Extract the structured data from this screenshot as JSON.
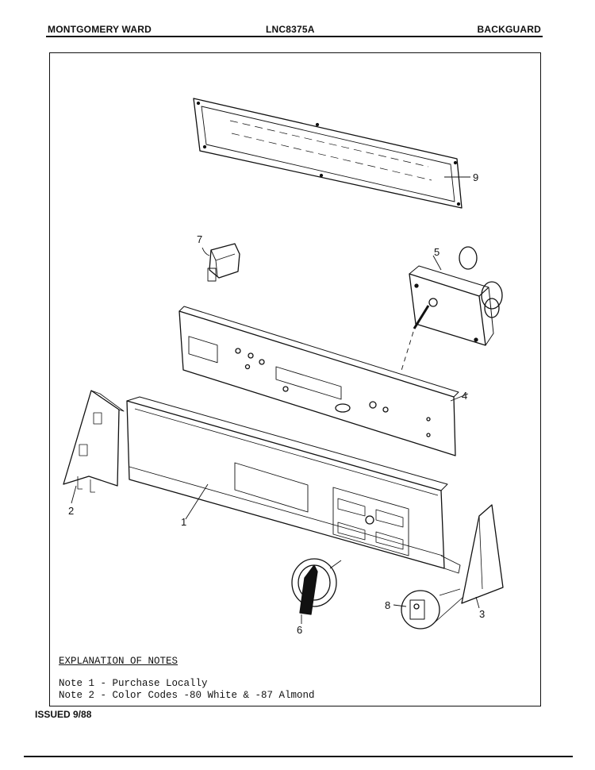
{
  "header": {
    "manufacturer": "MONTGOMERY WARD",
    "model": "LNC8375A",
    "section": "BACKGUARD"
  },
  "callouts": [
    "1",
    "2",
    "3",
    "4",
    "5",
    "6",
    "7",
    "8",
    "9"
  ],
  "notes": {
    "title": "EXPLANATION OF NOTES",
    "items": [
      "Note 1 - Purchase Locally",
      "Note 2 - Color Codes -80 White & -87 Almond"
    ]
  },
  "footer": {
    "issued": "ISSUED 9/88"
  }
}
